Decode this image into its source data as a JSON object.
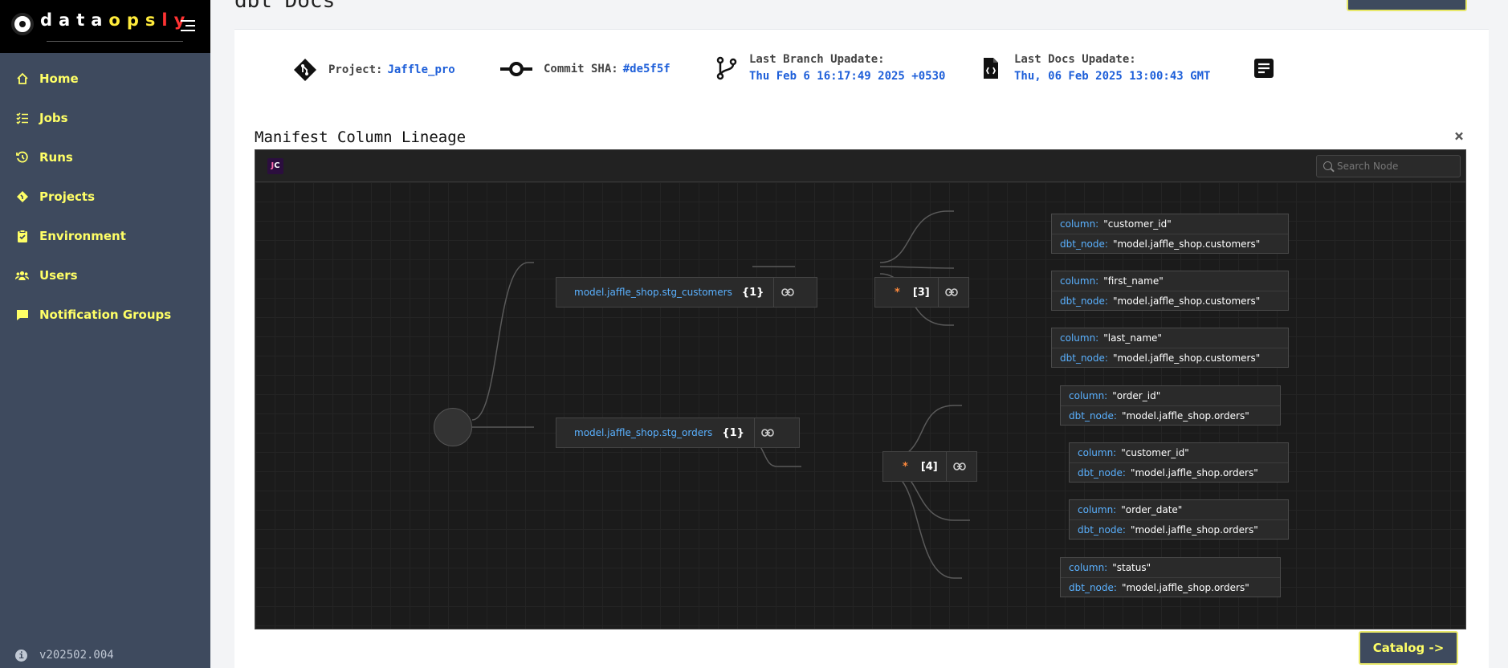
{
  "app": {
    "brand_prefix": "data",
    "brand_mid": "ops",
    "brand_suffix": "ly",
    "version": "v202502.004"
  },
  "sidebar": {
    "items": [
      {
        "label": "Home",
        "icon": "home-icon"
      },
      {
        "label": "Jobs",
        "icon": "list-check-icon"
      },
      {
        "label": "Runs",
        "icon": "history-icon"
      },
      {
        "label": "Projects",
        "icon": "diamond-icon"
      },
      {
        "label": "Environment",
        "icon": "clipboard-check-icon"
      },
      {
        "label": "Users",
        "icon": "users-icon"
      },
      {
        "label": "Notification Groups",
        "icon": "message-icon"
      }
    ]
  },
  "page": {
    "title": "dbt Docs"
  },
  "info": {
    "project_label": "Project:",
    "project_value": "Jaffle_pro",
    "commit_label": "Commit SHA:",
    "commit_value": "#de5f5f",
    "branch_label": "Last Branch Upadate:",
    "branch_date": "Thu Feb 6 16:17:49 2025 +0530",
    "docs_label": "Last Docs Upadate:",
    "docs_date": "Thu, 06 Feb 2025 13:00:43 GMT"
  },
  "lineage": {
    "title": "Manifest Column Lineage",
    "close": "×",
    "logo": "JC",
    "search_placeholder": "Search Node",
    "models": [
      {
        "name": "model.jaffle_shop.stg_customers",
        "count": "{1}"
      },
      {
        "name": "model.jaffle_shop.stg_orders",
        "count": "{1}"
      }
    ],
    "stars": [
      {
        "star": "*",
        "count": "[3]"
      },
      {
        "star": "*",
        "count": "[4]"
      }
    ],
    "column_key": "column:",
    "node_key": "dbt_node:",
    "columns": [
      {
        "column": "\"customer_id\"",
        "node": "\"model.jaffle_shop.customers\""
      },
      {
        "column": "\"first_name\"",
        "node": "\"model.jaffle_shop.customers\""
      },
      {
        "column": "\"last_name\"",
        "node": "\"model.jaffle_shop.customers\""
      },
      {
        "column": "\"order_id\"",
        "node": "\"model.jaffle_shop.orders\""
      },
      {
        "column": "\"customer_id\"",
        "node": "\"model.jaffle_shop.orders\""
      },
      {
        "column": "\"order_date\"",
        "node": "\"model.jaffle_shop.orders\""
      },
      {
        "column": "\"status\"",
        "node": "\"model.jaffle_shop.orders\""
      }
    ]
  },
  "catalog": {
    "label": "Catalog ->"
  },
  "colors": {
    "sidebar_bg": "#3e4a5e",
    "accent_yellow": "#ffff66",
    "link_blue": "#1e5fd9",
    "lineage_bg": "#1b1b1b"
  }
}
